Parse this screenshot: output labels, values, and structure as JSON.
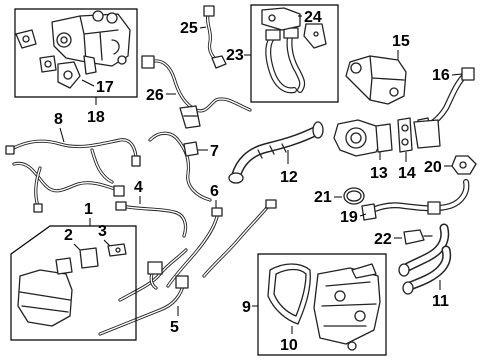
{
  "callouts": {
    "c1": "1",
    "c2": "2",
    "c3": "3",
    "c4": "4",
    "c5": "5",
    "c6": "6",
    "c7": "7",
    "c8": "8",
    "c9": "9",
    "c10": "10",
    "c11": "11",
    "c12": "12",
    "c13": "13",
    "c14": "14",
    "c15": "15",
    "c16": "16",
    "c17": "17",
    "c18": "18",
    "c19": "19",
    "c20": "20",
    "c21": "21",
    "c22": "22",
    "c23": "23",
    "c24": "24",
    "c25": "25",
    "c26": "26"
  },
  "colors": {
    "line": "#222222",
    "background": "#ffffff"
  }
}
